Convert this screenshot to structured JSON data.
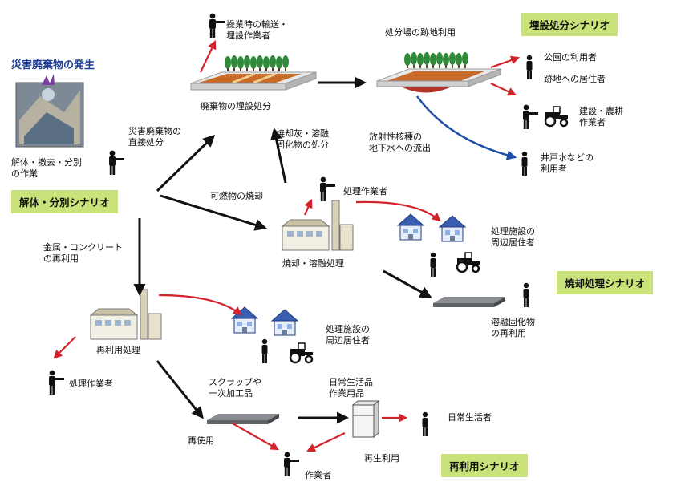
{
  "title": "災害廃棄物の発生",
  "scenarios": {
    "burial": "埋設処分シナリオ",
    "dismantle": "解体・分別シナリオ",
    "incineration": "焼却処理シナリオ",
    "reuse": "再利用シナリオ"
  },
  "nodes": {
    "disaster_worker": "解体・撤去・分別\nの作業",
    "transport_worker": "操業時の輸送・\n埋設作業者",
    "landfill": "廃棄物の埋設処分",
    "site_reuse": "処分場の跡地利用",
    "park_user": "公園の利用者",
    "site_resident": "跡地への居住者",
    "farm_worker": "建設・農耕\n作業者",
    "well_user": "井戸水などの\n利用者",
    "groundwater": "放射性核種の\n地下水への流出",
    "incinerate": "焼却・溶融処理",
    "incin_worker": "処理作業者",
    "incin_neighbor": "処理施設の\n周辺居住者",
    "slag_reuse": "溶融固化物\nの再利用",
    "recycle": "再利用処理",
    "recycle_worker": "処理作業者",
    "recycle_neighbor": "処理施設の\n周辺居住者",
    "scrap": "スクラップや\n一次加工品",
    "reuse": "再使用",
    "daily_goods": "日常生活品\n作業用品",
    "daily_user": "日常生活者",
    "recycle_use": "再生利用",
    "worker": "作業者"
  },
  "edges": {
    "direct_disposal": "災害廃棄物の\n直接処分",
    "ash_disposal": "焼却灰・溶融\n固化物の処分",
    "combustible": "可燃物の焼却",
    "metal_reuse": "金属・コンクリート\nの再利用"
  },
  "colors": {
    "black_arrow": "#111111",
    "red_arrow": "#d2232a",
    "blue_arrow": "#1f4ea8",
    "scenario_bg": "#c9e37a",
    "title_blue": "#1d3f9a"
  }
}
